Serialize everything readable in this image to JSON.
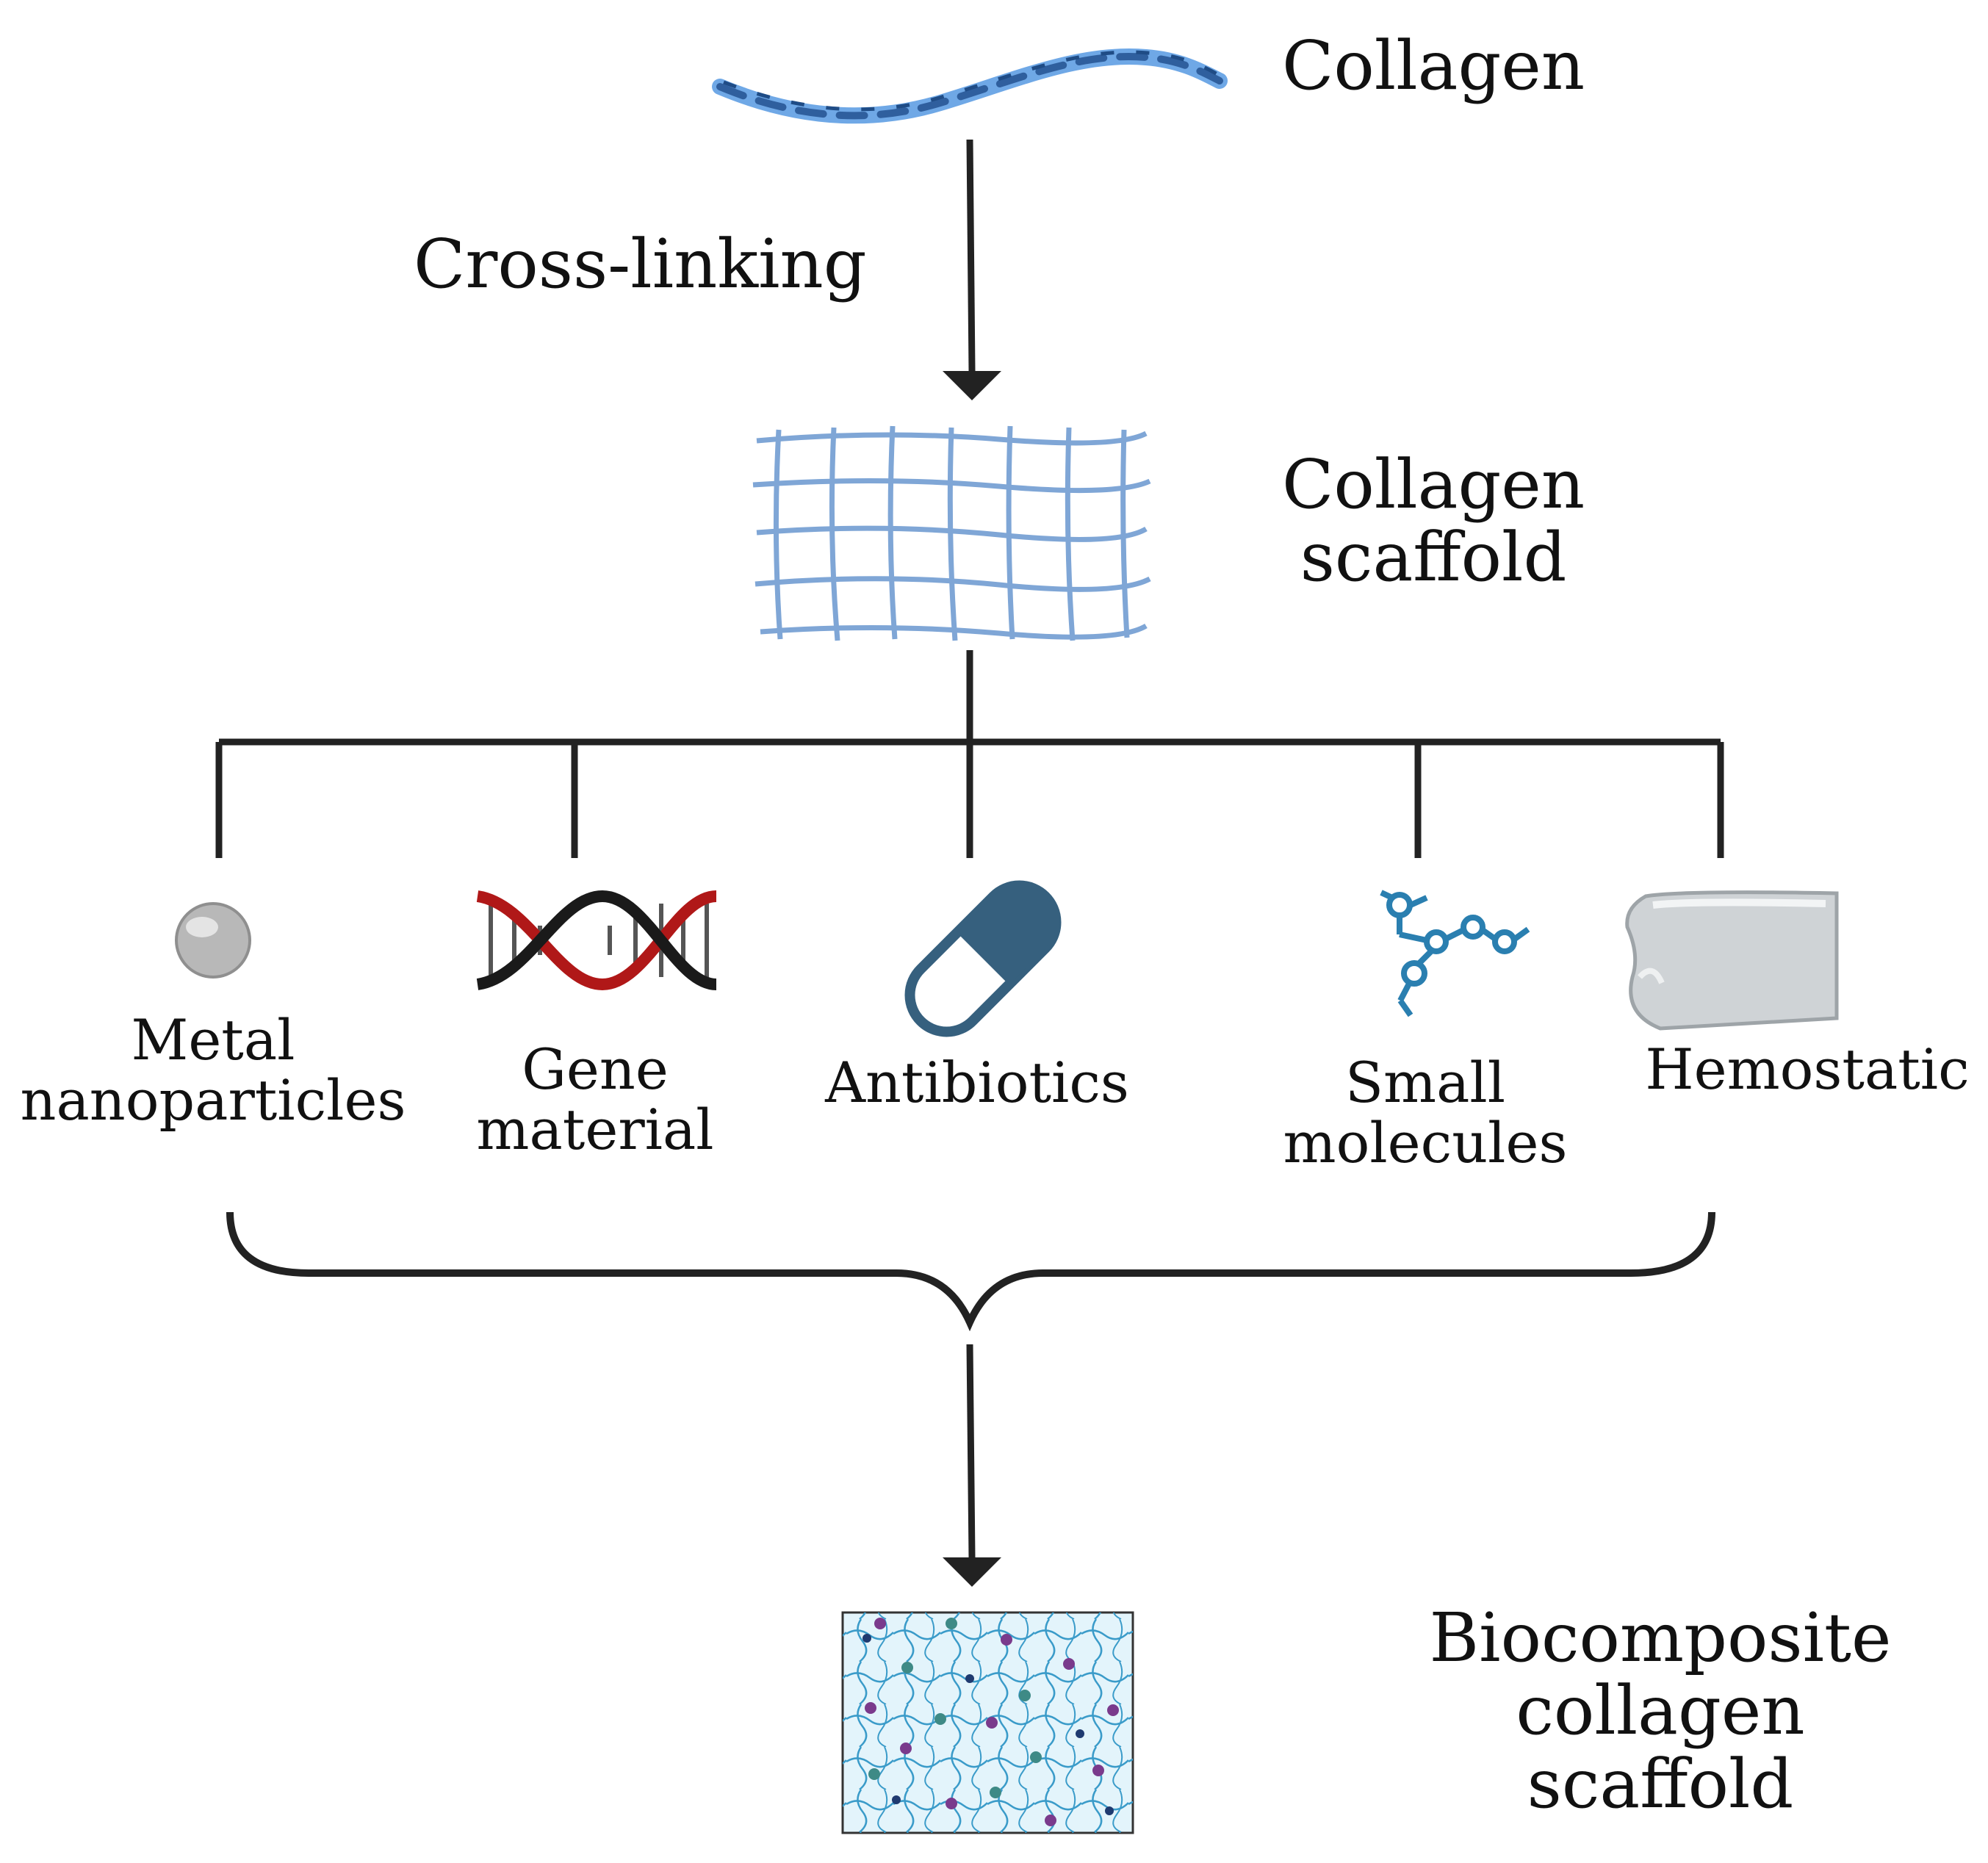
{
  "nodes": {
    "collagen": "Collagen",
    "scaffold": [
      "Collagen",
      "scaffold"
    ],
    "biocomposite": [
      "Biocomposite",
      "collagen",
      "scaffold"
    ]
  },
  "step": {
    "crosslinking": "Cross-linking"
  },
  "components": {
    "metal": [
      "Metal",
      "nanoparticles"
    ],
    "gene": [
      "Gene",
      "material"
    ],
    "antibiotics": [
      "Antibiotics"
    ],
    "small": [
      "Small",
      "molecules"
    ],
    "hemostatic": [
      "Hemostatic"
    ]
  },
  "colors": {
    "connector": "#222222",
    "collagen_fiber_dark": "#2f5f9e",
    "collagen_fiber_light": "#6fa8e6",
    "mesh": "#7fa6d6",
    "nanoparticle": "#b8b8b8",
    "dna_red": "#b01818",
    "dna_black": "#1a1a1a",
    "capsule_dark": "#36607e",
    "molecule": "#2a7fb0",
    "hemostatic_sheet": "#cfd3d6",
    "biocomposite_bg": "#e3f4fb",
    "biocomposite_mesh": "#3a9bc9"
  },
  "icons": {
    "collagen": "collagen-fiber-icon",
    "scaffold": "scaffold-mesh-icon",
    "metal": "nanoparticle-sphere-icon",
    "gene": "dna-helix-icon",
    "antibiotics": "capsule-icon",
    "small": "molecule-icon",
    "hemostatic": "hemostatic-sheet-icon",
    "biocomposite": "biocomposite-scaffold-icon"
  }
}
